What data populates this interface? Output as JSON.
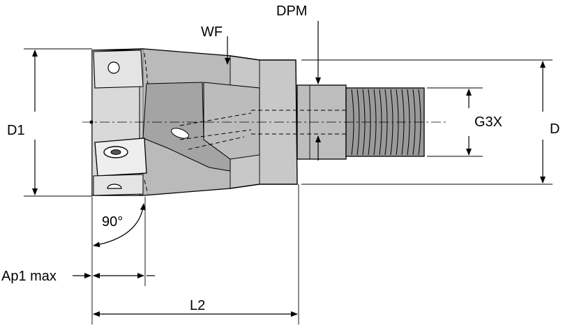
{
  "labels": {
    "dpm": "DPM",
    "wf": "WF",
    "d1": "D1",
    "g3x": "G3X",
    "d": "D",
    "angle": "90°",
    "ap1max": "Ap1 max",
    "l2": "L2"
  },
  "colors": {
    "body": "#c8c8c8",
    "body_dark": "#a9a9a9",
    "shank": "#bdbdbd",
    "thread": "#9a9a9a",
    "insert": "#e8e8e8",
    "line": "#000000",
    "background": "#ffffff"
  }
}
